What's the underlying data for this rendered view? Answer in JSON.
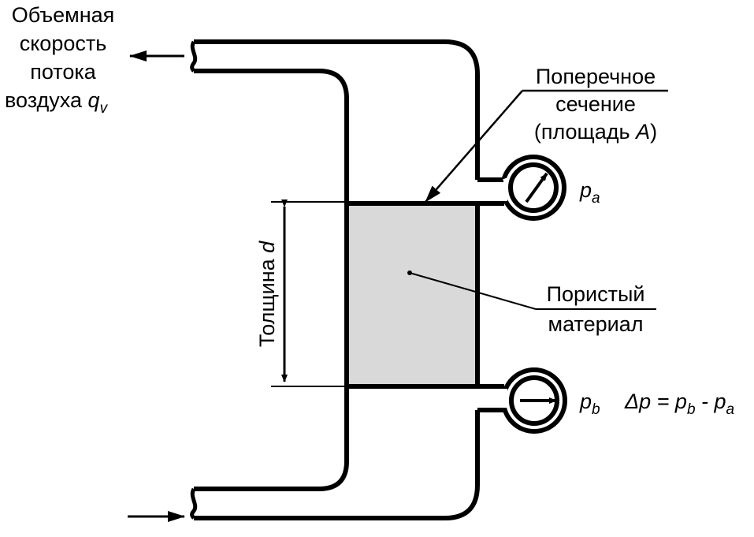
{
  "colors": {
    "stroke": "#000000",
    "specimen_fill": "#d9d9d9",
    "background": "#ffffff"
  },
  "labels": {
    "flow_rate": [
      "Объемная",
      "скорость",
      "потока",
      "воздуха"
    ],
    "flow_symbol": "q",
    "flow_symbol_sub": "v",
    "cross_section": [
      "Поперечное",
      "сечение",
      "(площадь "
    ],
    "cross_section_symbol": "A",
    "cross_section_close": ")",
    "porous_material": [
      "Пористый",
      "материал"
    ],
    "thickness": "Толщина ",
    "thickness_symbol": "d",
    "pressure_a": "p",
    "pressure_a_sub": "a",
    "pressure_b": "p",
    "pressure_b_sub": "b",
    "delta_formula": {
      "delta": "Δp = ",
      "p1": "p",
      "p1_sub": "b",
      "minus": " - ",
      "p2": "p",
      "p2_sub": "a"
    }
  },
  "icons": {
    "gauge_a": "pressure-gauge-icon",
    "gauge_b": "pressure-gauge-icon",
    "outflow_arrow": "arrow-left-icon",
    "inflow_arrow": "arrow-right-icon"
  }
}
